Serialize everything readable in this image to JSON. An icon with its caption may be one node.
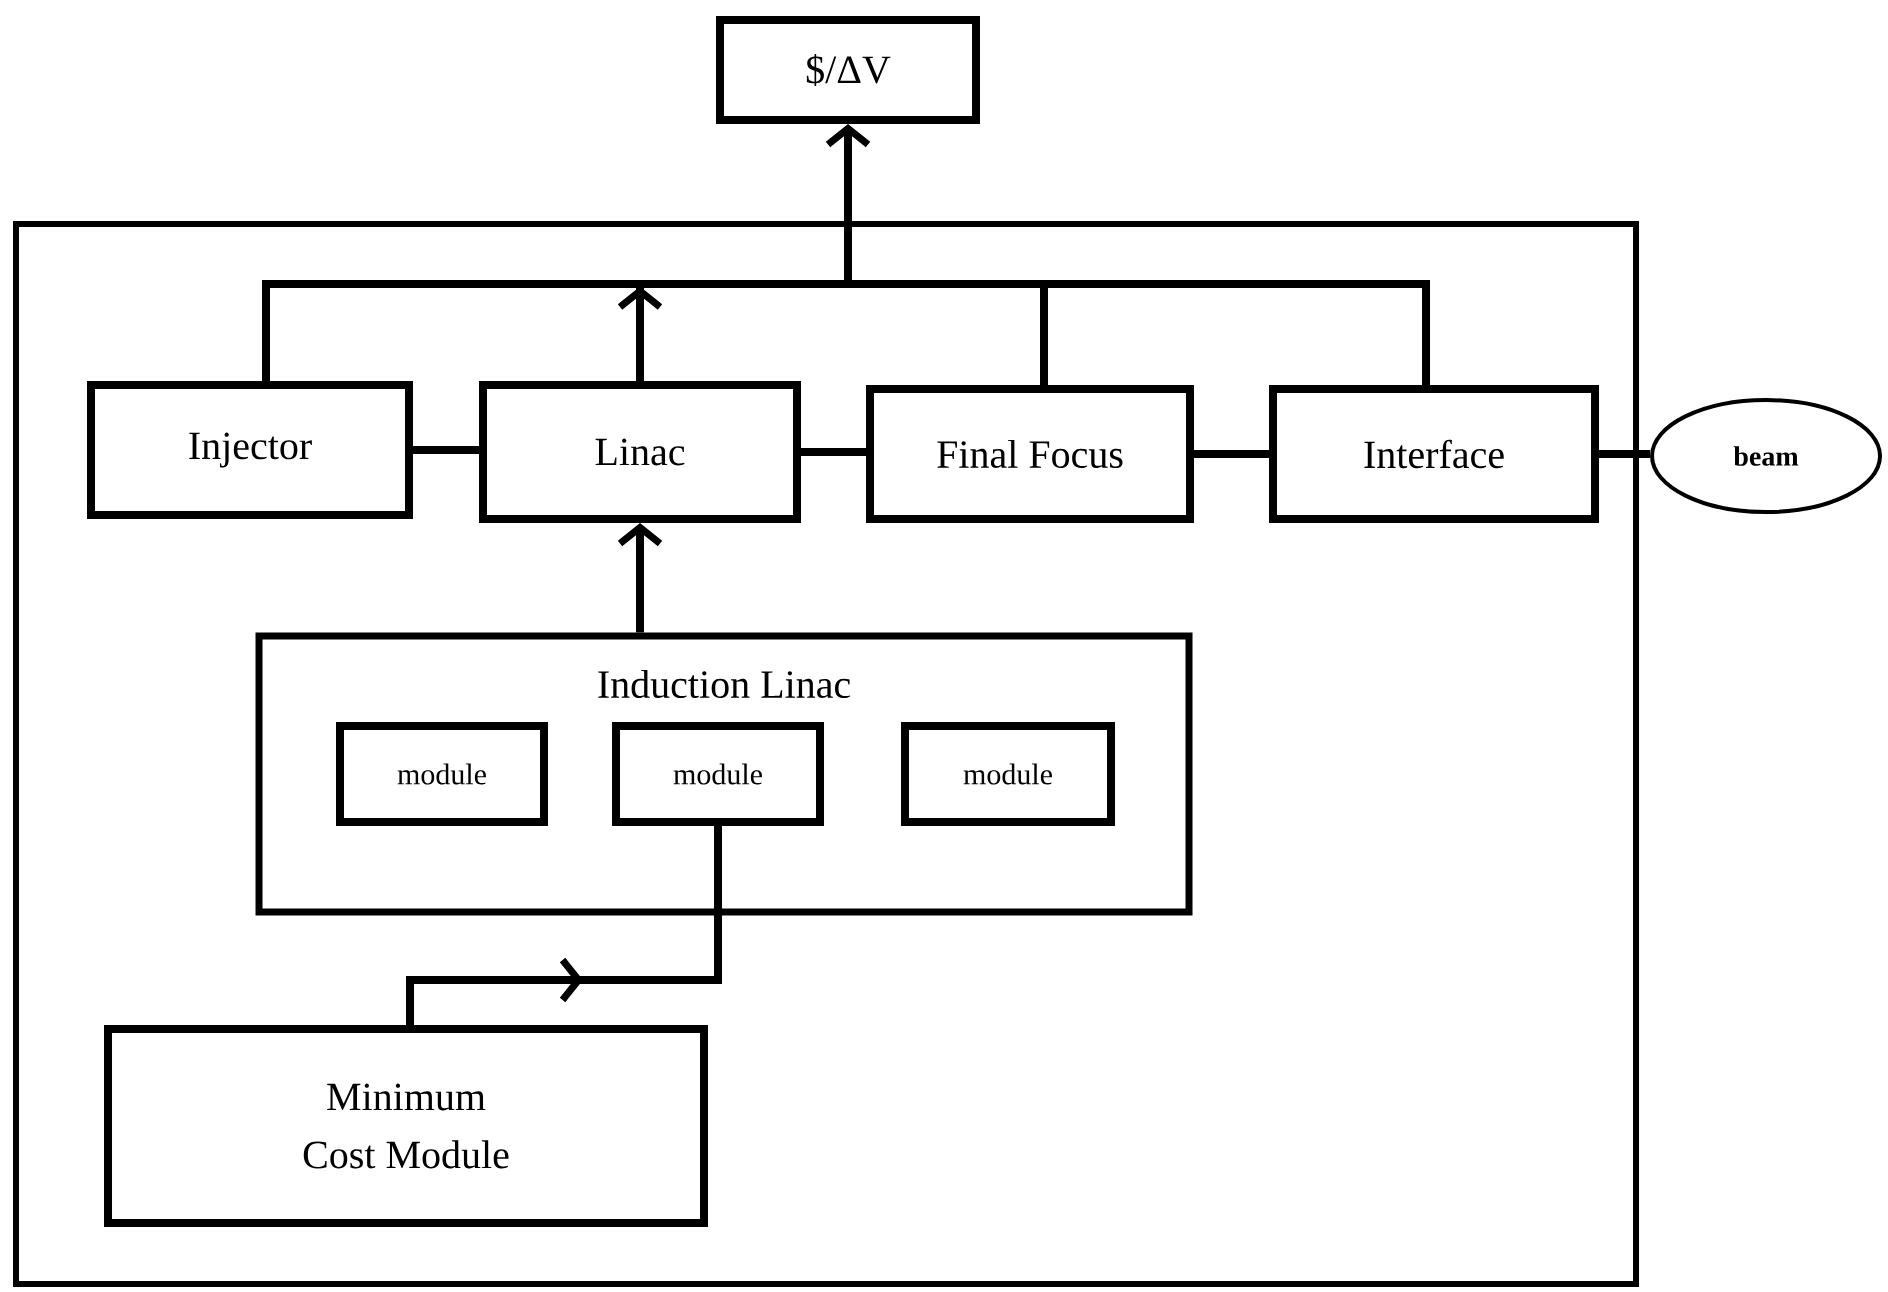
{
  "diagram": {
    "nodes": [
      {
        "text": [
          "$/ΔV"
        ]
      },
      {
        "text": [],
        "shape": "box"
      },
      {
        "text": [
          "Injector"
        ],
        "in": 1
      },
      {
        "text": [
          "Linac"
        ],
        "in": 1
      },
      {
        "text": [
          "Final Focus"
        ],
        "in": 1
      },
      {
        "text": [
          "Interface"
        ],
        "in": 1
      },
      {
        "text": [
          "beam"
        ]
      },
      {
        "text": [
          "Induction Linac"
        ],
        "in": 1
      },
      {
        "text": [
          "module"
        ],
        "in": 7
      },
      {
        "text": [
          "module"
        ],
        "in": 7
      },
      {
        "text": [
          "module"
        ],
        "in": 7
      },
      {
        "text": [
          "Minimum Cost Module"
        ],
        "in": 1
      }
    ],
    "edges": [
      {
        "from": 2,
        "to": 0,
        "arrow": "to"
      },
      {
        "from": 3,
        "to": 0,
        "arrow": "to"
      },
      {
        "from": 4,
        "to": 0,
        "arrow": "to"
      },
      {
        "from": 5,
        "to": 0,
        "arrow": "to"
      },
      {
        "from": 2,
        "to": 3,
        "arrow": "none"
      },
      {
        "from": 3,
        "to": 4,
        "arrow": "none"
      },
      {
        "from": 4,
        "to": 5,
        "arrow": "none"
      },
      {
        "from": 5,
        "to": 6,
        "arrow": "none"
      },
      {
        "from": 7,
        "to": 3,
        "arrow": "to"
      },
      {
        "from": 11,
        "to": 9,
        "arrow": "to"
      }
    ]
  }
}
